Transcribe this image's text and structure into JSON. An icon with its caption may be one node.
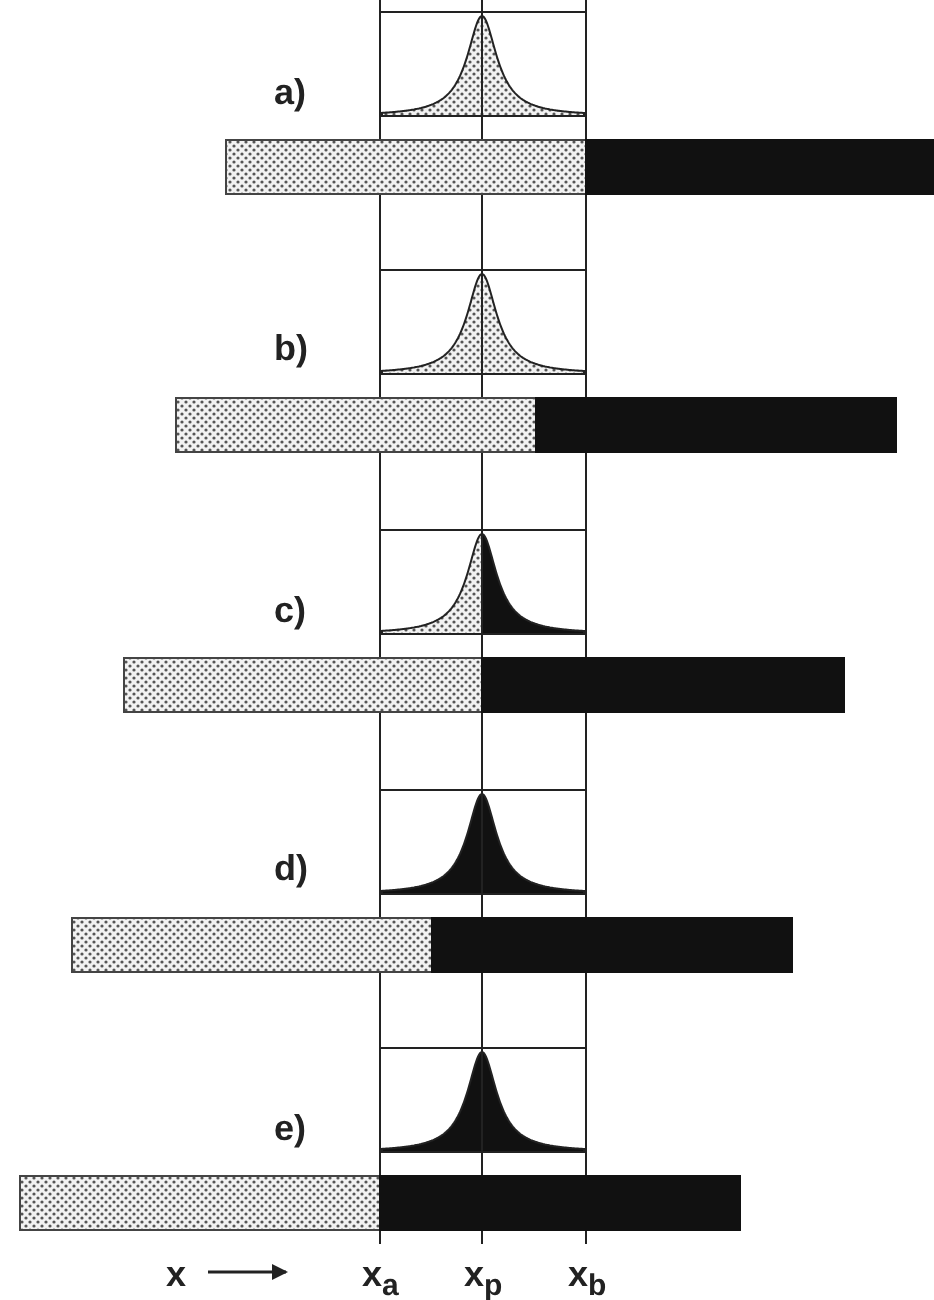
{
  "diagram": {
    "labels": [
      "a)",
      "b)",
      "c)",
      "d)",
      "e)",
      "x",
      "x$_{a}$",
      "x$_{p}$",
      "x$_{b}$"
    ]
  }
}
